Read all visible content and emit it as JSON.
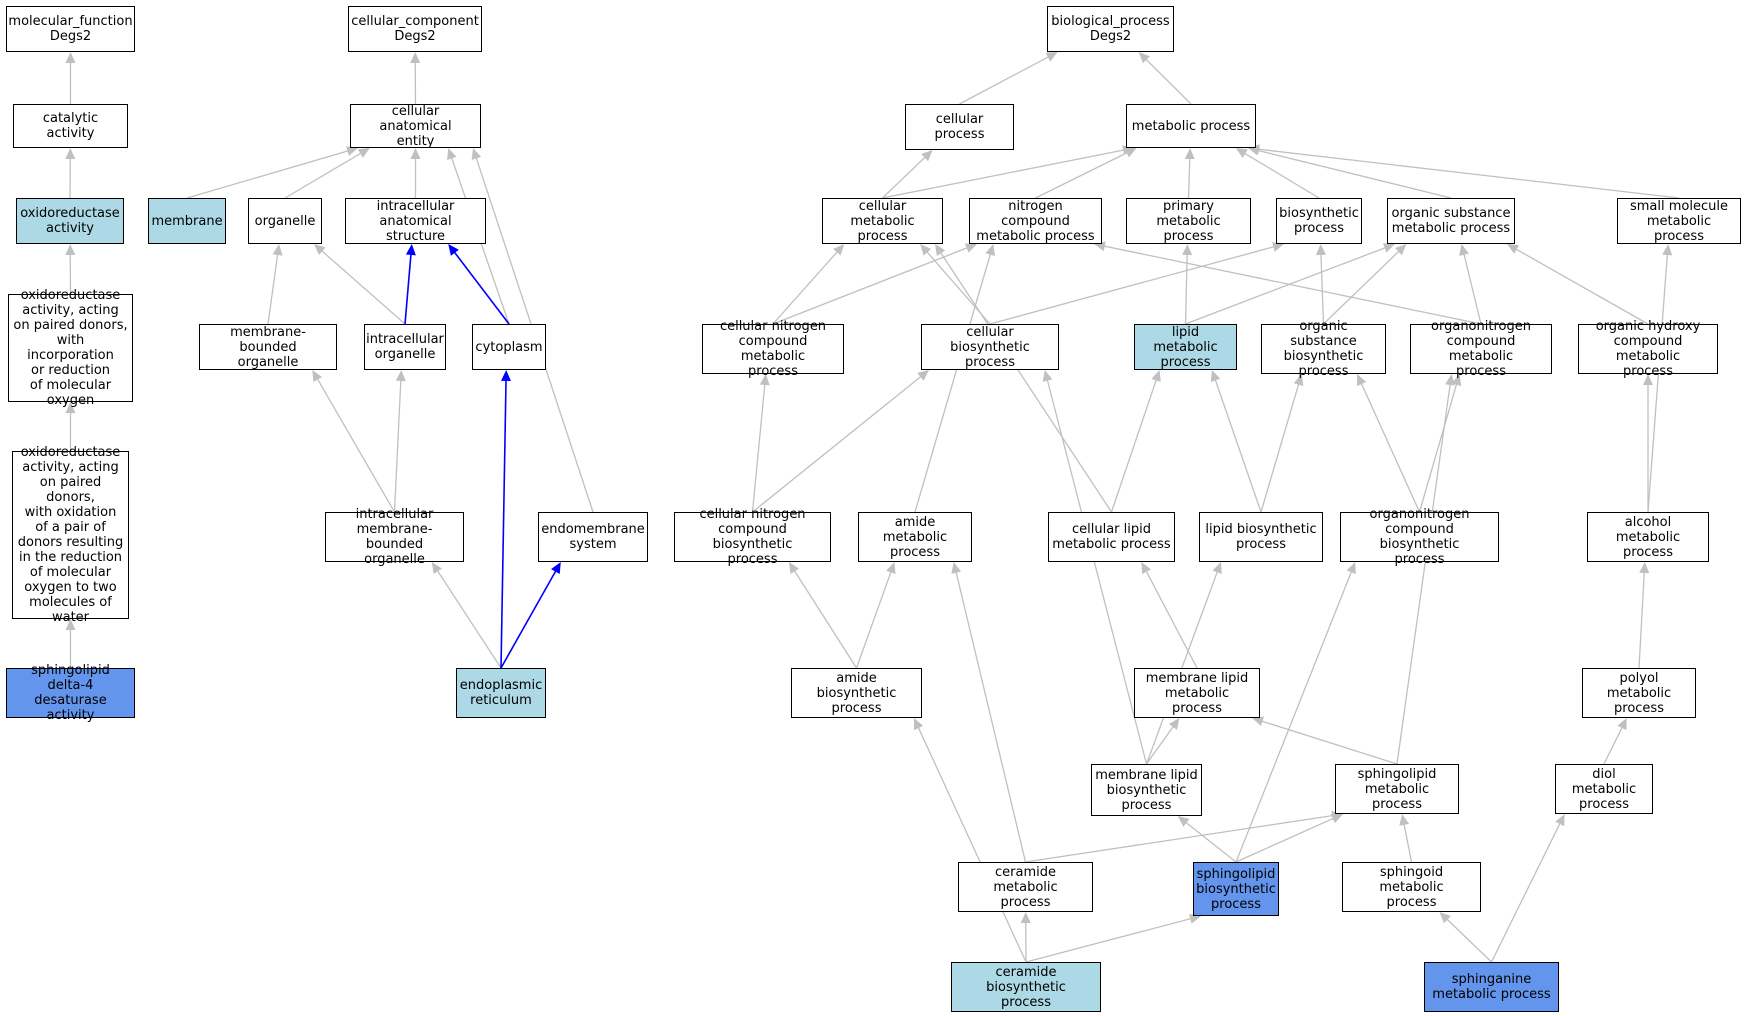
{
  "colors": {
    "default": "#ffffff",
    "light": "#add8e6",
    "blue": "#6495ed",
    "edge_gray": "#c0c0c0",
    "edge_blue": "#0000ff",
    "border": "#000000"
  },
  "nodes": [
    {
      "id": "mf_root",
      "label": "molecular_function\nDegs2",
      "color": "default"
    },
    {
      "id": "catalytic",
      "label": "catalytic activity",
      "color": "default"
    },
    {
      "id": "oxidoreductase",
      "label": "oxidoreductase\nactivity",
      "color": "light"
    },
    {
      "id": "oxido_ox",
      "label": "oxidoreductase\nactivity, acting\non paired donors,\nwith incorporation\nor reduction\nof molecular\noxygen",
      "color": "default"
    },
    {
      "id": "oxido_water",
      "label": "oxidoreductase\nactivity, acting\non paired donors,\nwith oxidation\nof a pair of\ndonors resulting\nin the reduction\nof molecular\noxygen to two\nmolecules of\nwater",
      "color": "default"
    },
    {
      "id": "sphingo_desat",
      "label": "sphingolipid\ndelta-4 desaturase\nactivity",
      "color": "blue"
    },
    {
      "id": "cc_root",
      "label": "cellular_component\nDegs2",
      "color": "default"
    },
    {
      "id": "cae",
      "label": "cellular anatomical\nentity",
      "color": "default"
    },
    {
      "id": "membrane",
      "label": "membrane",
      "color": "light"
    },
    {
      "id": "organelle",
      "label": "organelle",
      "color": "default"
    },
    {
      "id": "ias",
      "label": "intracellular\nanatomical structure",
      "color": "default"
    },
    {
      "id": "mbo",
      "label": "membrane-bounded\norganelle",
      "color": "default"
    },
    {
      "id": "io",
      "label": "intracellular\norganelle",
      "color": "default"
    },
    {
      "id": "cytoplasm",
      "label": "cytoplasm",
      "color": "default"
    },
    {
      "id": "imbo",
      "label": "intracellular\nmembrane-bounded\norganelle",
      "color": "default"
    },
    {
      "id": "endomem",
      "label": "endomembrane\nsystem",
      "color": "default"
    },
    {
      "id": "er",
      "label": "endoplasmic\nreticulum",
      "color": "light"
    },
    {
      "id": "bp_root",
      "label": "biological_process\nDegs2",
      "color": "default"
    },
    {
      "id": "cellproc",
      "label": "cellular process",
      "color": "default"
    },
    {
      "id": "metproc",
      "label": "metabolic process",
      "color": "default"
    },
    {
      "id": "cmp",
      "label": "cellular metabolic\nprocess",
      "color": "default"
    },
    {
      "id": "ncmp",
      "label": "nitrogen compound\nmetabolic process",
      "color": "default"
    },
    {
      "id": "pmp",
      "label": "primary metabolic\nprocess",
      "color": "default"
    },
    {
      "id": "bsp",
      "label": "biosynthetic\nprocess",
      "color": "default"
    },
    {
      "id": "osmp",
      "label": "organic substance\nmetabolic process",
      "color": "default"
    },
    {
      "id": "smmp",
      "label": "small molecule\nmetabolic process",
      "color": "default"
    },
    {
      "id": "cncmp",
      "label": "cellular nitrogen\ncompound metabolic\nprocess",
      "color": "default"
    },
    {
      "id": "cbp",
      "label": "cellular biosynthetic\nprocess",
      "color": "default"
    },
    {
      "id": "lmp",
      "label": "lipid metabolic\nprocess",
      "color": "light"
    },
    {
      "id": "osbp",
      "label": "organic substance\nbiosynthetic\nprocess",
      "color": "default"
    },
    {
      "id": "oncmp",
      "label": "organonitrogen\ncompound metabolic\nprocess",
      "color": "default"
    },
    {
      "id": "ohcmp",
      "label": "organic hydroxy\ncompound metabolic\nprocess",
      "color": "default"
    },
    {
      "id": "cncbp",
      "label": "cellular nitrogen\ncompound biosynthetic\nprocess",
      "color": "default"
    },
    {
      "id": "amp",
      "label": "amide metabolic\nprocess",
      "color": "default"
    },
    {
      "id": "clmp",
      "label": "cellular lipid\nmetabolic process",
      "color": "default"
    },
    {
      "id": "lbp",
      "label": "lipid biosynthetic\nprocess",
      "color": "default"
    },
    {
      "id": "oncbp",
      "label": "organonitrogen\ncompound biosynthetic\nprocess",
      "color": "default"
    },
    {
      "id": "alcmp",
      "label": "alcohol metabolic\nprocess",
      "color": "default"
    },
    {
      "id": "abp",
      "label": "amide biosynthetic\nprocess",
      "color": "default"
    },
    {
      "id": "mlmp",
      "label": "membrane lipid\nmetabolic process",
      "color": "default"
    },
    {
      "id": "polmp",
      "label": "polyol metabolic\nprocess",
      "color": "default"
    },
    {
      "id": "mlbp",
      "label": "membrane lipid\nbiosynthetic\nprocess",
      "color": "default"
    },
    {
      "id": "slmp",
      "label": "sphingolipid\nmetabolic process",
      "color": "default"
    },
    {
      "id": "diolmp",
      "label": "diol metabolic\nprocess",
      "color": "default"
    },
    {
      "id": "cermp",
      "label": "ceramide metabolic\nprocess",
      "color": "default"
    },
    {
      "id": "slbp",
      "label": "sphingolipid\nbiosynthetic\nprocess",
      "color": "blue"
    },
    {
      "id": "sgmp",
      "label": "sphingoid metabolic\nprocess",
      "color": "default"
    },
    {
      "id": "cerbp",
      "label": "ceramide biosynthetic\nprocess",
      "color": "light"
    },
    {
      "id": "sphmp",
      "label": "sphinganine\nmetabolic process",
      "color": "blue"
    }
  ],
  "edges": [
    {
      "from": "catalytic",
      "to": "mf_root",
      "color": "gray"
    },
    {
      "from": "oxidoreductase",
      "to": "catalytic",
      "color": "gray"
    },
    {
      "from": "oxido_ox",
      "to": "oxidoreductase",
      "color": "gray"
    },
    {
      "from": "oxido_water",
      "to": "oxido_ox",
      "color": "gray"
    },
    {
      "from": "sphingo_desat",
      "to": "oxido_water",
      "color": "gray"
    },
    {
      "from": "cae",
      "to": "cc_root",
      "color": "gray"
    },
    {
      "from": "membrane",
      "to": "cae",
      "color": "gray"
    },
    {
      "from": "organelle",
      "to": "cae",
      "color": "gray"
    },
    {
      "from": "ias",
      "to": "cae",
      "color": "gray"
    },
    {
      "from": "cytoplasm",
      "to": "cae",
      "color": "gray"
    },
    {
      "from": "endomem",
      "to": "cae",
      "color": "gray"
    },
    {
      "from": "mbo",
      "to": "organelle",
      "color": "gray"
    },
    {
      "from": "io",
      "to": "organelle",
      "color": "gray"
    },
    {
      "from": "io",
      "to": "ias",
      "color": "blue"
    },
    {
      "from": "cytoplasm",
      "to": "ias",
      "color": "blue"
    },
    {
      "from": "imbo",
      "to": "mbo",
      "color": "gray"
    },
    {
      "from": "imbo",
      "to": "io",
      "color": "gray"
    },
    {
      "from": "er",
      "to": "imbo",
      "color": "gray"
    },
    {
      "from": "er",
      "to": "cytoplasm",
      "color": "blue"
    },
    {
      "from": "er",
      "to": "endomem",
      "color": "blue"
    },
    {
      "from": "cellproc",
      "to": "bp_root",
      "color": "gray"
    },
    {
      "from": "metproc",
      "to": "bp_root",
      "color": "gray"
    },
    {
      "from": "cmp",
      "to": "cellproc",
      "color": "gray"
    },
    {
      "from": "cmp",
      "to": "metproc",
      "color": "gray"
    },
    {
      "from": "ncmp",
      "to": "metproc",
      "color": "gray"
    },
    {
      "from": "pmp",
      "to": "metproc",
      "color": "gray"
    },
    {
      "from": "bsp",
      "to": "metproc",
      "color": "gray"
    },
    {
      "from": "osmp",
      "to": "metproc",
      "color": "gray"
    },
    {
      "from": "smmp",
      "to": "metproc",
      "color": "gray"
    },
    {
      "from": "cncmp",
      "to": "cmp",
      "color": "gray"
    },
    {
      "from": "cncmp",
      "to": "ncmp",
      "color": "gray"
    },
    {
      "from": "cbp",
      "to": "cmp",
      "color": "gray"
    },
    {
      "from": "cbp",
      "to": "bsp",
      "color": "gray"
    },
    {
      "from": "lmp",
      "to": "pmp",
      "color": "gray"
    },
    {
      "from": "lmp",
      "to": "osmp",
      "color": "gray"
    },
    {
      "from": "osbp",
      "to": "bsp",
      "color": "gray"
    },
    {
      "from": "osbp",
      "to": "osmp",
      "color": "gray"
    },
    {
      "from": "oncmp",
      "to": "ncmp",
      "color": "gray"
    },
    {
      "from": "oncmp",
      "to": "osmp",
      "color": "gray"
    },
    {
      "from": "ohcmp",
      "to": "osmp",
      "color": "gray"
    },
    {
      "from": "cncbp",
      "to": "cncmp",
      "color": "gray"
    },
    {
      "from": "cncbp",
      "to": "cbp",
      "color": "gray"
    },
    {
      "from": "amp",
      "to": "ncmp",
      "color": "gray"
    },
    {
      "from": "clmp",
      "to": "cmp",
      "color": "gray"
    },
    {
      "from": "clmp",
      "to": "lmp",
      "color": "gray"
    },
    {
      "from": "lbp",
      "to": "lmp",
      "color": "gray"
    },
    {
      "from": "lbp",
      "to": "osbp",
      "color": "gray"
    },
    {
      "from": "oncbp",
      "to": "osbp",
      "color": "gray"
    },
    {
      "from": "oncbp",
      "to": "oncmp",
      "color": "gray"
    },
    {
      "from": "alcmp",
      "to": "ohcmp",
      "color": "gray"
    },
    {
      "from": "alcmp",
      "to": "smmp",
      "color": "gray"
    },
    {
      "from": "abp",
      "to": "cncbp",
      "color": "gray"
    },
    {
      "from": "abp",
      "to": "amp",
      "color": "gray"
    },
    {
      "from": "mlmp",
      "to": "clmp",
      "color": "gray"
    },
    {
      "from": "polmp",
      "to": "alcmp",
      "color": "gray"
    },
    {
      "from": "mlbp",
      "to": "cbp",
      "color": "gray"
    },
    {
      "from": "mlbp",
      "to": "lbp",
      "color": "gray"
    },
    {
      "from": "mlbp",
      "to": "mlmp",
      "color": "gray"
    },
    {
      "from": "slmp",
      "to": "mlmp",
      "color": "gray"
    },
    {
      "from": "slmp",
      "to": "oncmp",
      "color": "gray"
    },
    {
      "from": "diolmp",
      "to": "polmp",
      "color": "gray"
    },
    {
      "from": "cermp",
      "to": "amp",
      "color": "gray"
    },
    {
      "from": "cermp",
      "to": "slmp",
      "color": "gray"
    },
    {
      "from": "slbp",
      "to": "mlbp",
      "color": "gray"
    },
    {
      "from": "slbp",
      "to": "slmp",
      "color": "gray"
    },
    {
      "from": "slbp",
      "to": "oncbp",
      "color": "gray"
    },
    {
      "from": "sgmp",
      "to": "slmp",
      "color": "gray"
    },
    {
      "from": "cerbp",
      "to": "abp",
      "color": "gray"
    },
    {
      "from": "cerbp",
      "to": "cermp",
      "color": "gray"
    },
    {
      "from": "cerbp",
      "to": "slbp",
      "color": "gray"
    },
    {
      "from": "sphmp",
      "to": "sgmp",
      "color": "gray"
    },
    {
      "from": "sphmp",
      "to": "diolmp",
      "color": "gray"
    }
  ]
}
